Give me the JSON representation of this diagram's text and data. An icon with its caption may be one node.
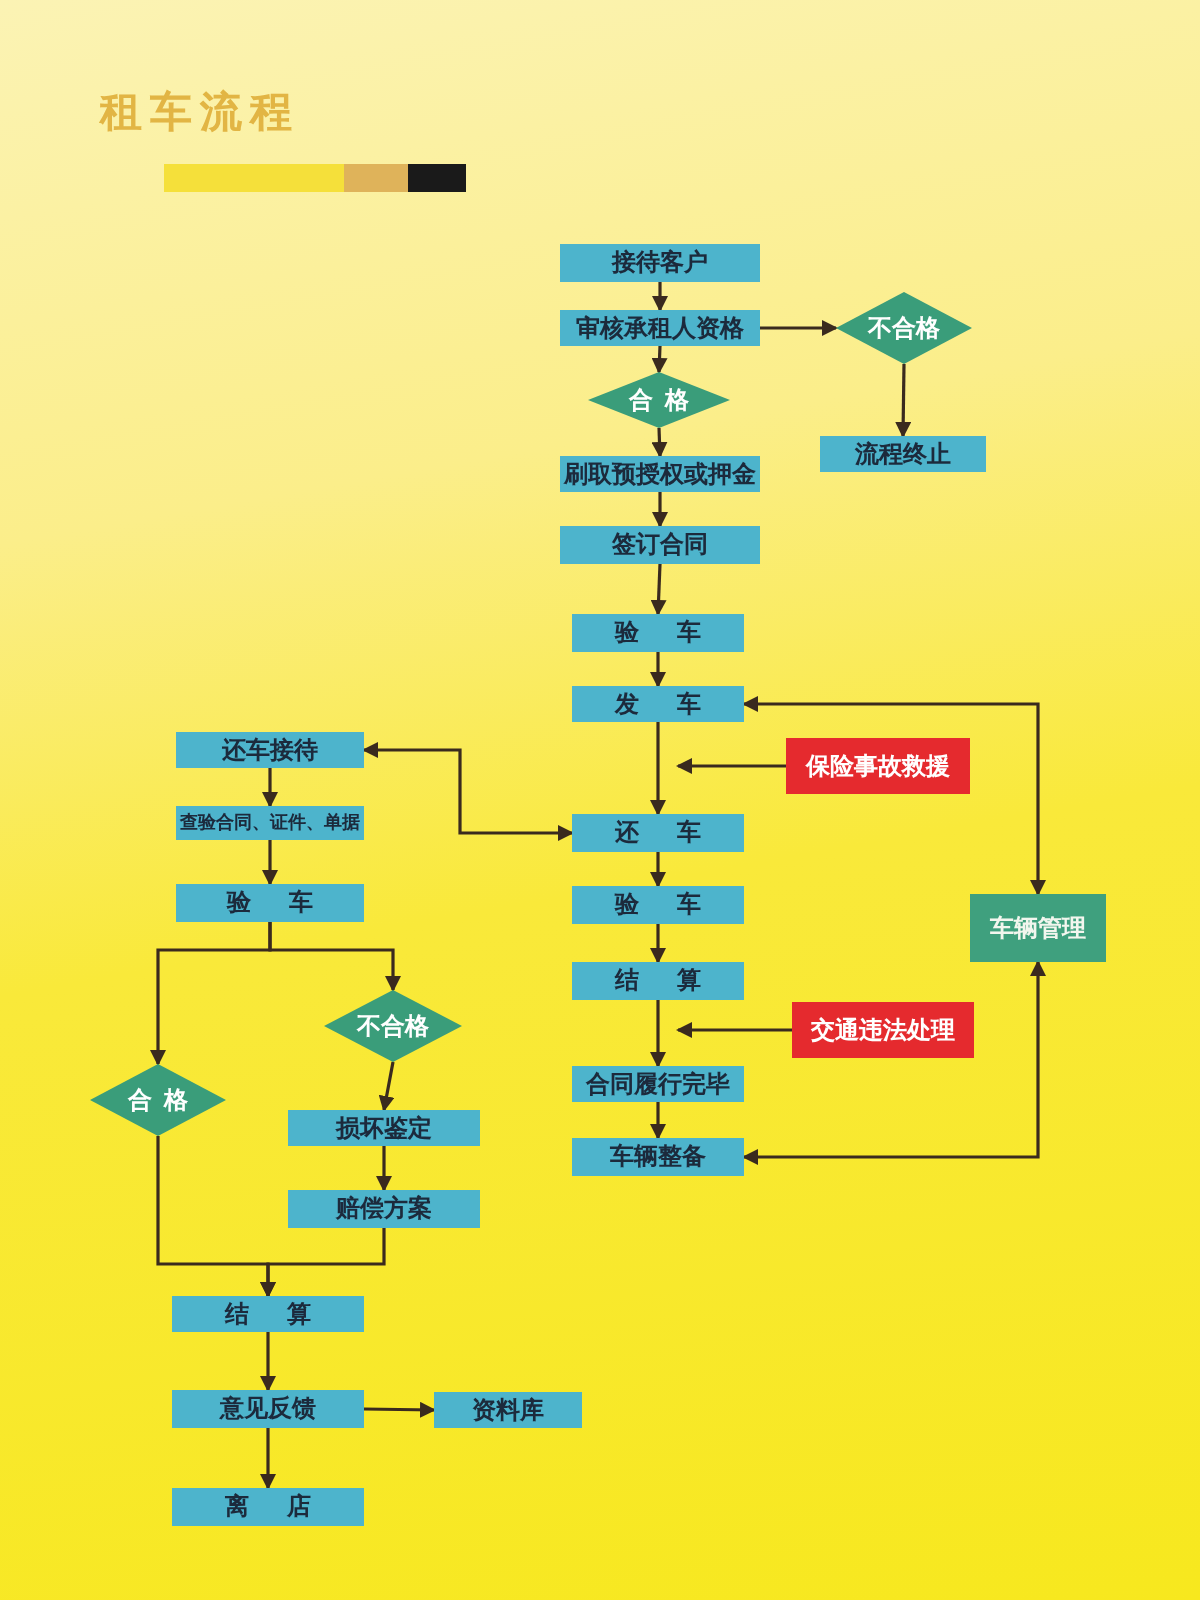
{
  "diagram": {
    "title": "租车流程",
    "nodes": [
      {
        "text": [
          "接待客户"
        ]
      },
      {
        "text": [
          "审核承租人资格"
        ]
      },
      {
        "text": [
          "合格"
        ]
      },
      {
        "text": [
          "不合格"
        ]
      },
      {
        "text": [
          "流程终止"
        ]
      },
      {
        "text": [
          "刷取预授权或押金"
        ]
      },
      {
        "text": [
          "签订合同"
        ]
      },
      {
        "text": [
          "验车"
        ]
      },
      {
        "text": [
          "发车"
        ]
      },
      {
        "text": [
          "保险事故救援"
        ]
      },
      {
        "text": [
          "还车接待"
        ]
      },
      {
        "text": [
          "查验合同、证件、单据"
        ]
      },
      {
        "text": [
          "验车"
        ]
      },
      {
        "text": [
          "还车"
        ]
      },
      {
        "text": [
          "验车"
        ]
      },
      {
        "text": [
          "车辆管理"
        ]
      },
      {
        "text": [
          "结算"
        ]
      },
      {
        "text": [
          "交通违法处理"
        ]
      },
      {
        "text": [
          "不合格"
        ]
      },
      {
        "text": [
          "合格"
        ]
      },
      {
        "text": [
          "合同履行完毕"
        ]
      },
      {
        "text": [
          "损坏鉴定"
        ]
      },
      {
        "text": [
          "车辆整备"
        ]
      },
      {
        "text": [
          "赔偿方案"
        ]
      },
      {
        "text": [
          "结算"
        ]
      },
      {
        "text": [
          "意见反馈"
        ]
      },
      {
        "text": [
          "资料库"
        ]
      },
      {
        "text": [
          "离店"
        ]
      }
    ],
    "edges": [
      {
        "from": 0,
        "to": 1,
        "arrow": "to"
      },
      {
        "from": 1,
        "to": 3,
        "arrow": "to"
      },
      {
        "from": 1,
        "to": 2,
        "arrow": "to"
      },
      {
        "from": 3,
        "to": 4,
        "arrow": "to"
      },
      {
        "from": 2,
        "to": 5,
        "arrow": "to"
      },
      {
        "from": 5,
        "to": 6,
        "arrow": "to"
      },
      {
        "from": 6,
        "to": 7,
        "arrow": "to"
      },
      {
        "from": 7,
        "to": 8,
        "arrow": "to"
      },
      {
        "from": 8,
        "to": 13,
        "arrow": "to"
      },
      {
        "from": 9,
        "to": 8,
        "arrow": "to"
      },
      {
        "from": 13,
        "to": 10,
        "arrow": "both"
      },
      {
        "from": 8,
        "to": 15,
        "arrow": "both"
      },
      {
        "from": 13,
        "to": 14,
        "arrow": "to"
      },
      {
        "from": 14,
        "to": 16,
        "arrow": "to"
      },
      {
        "from": 16,
        "to": 20,
        "arrow": "to"
      },
      {
        "from": 17,
        "to": 16,
        "arrow": "to"
      },
      {
        "from": 20,
        "to": 22,
        "arrow": "to"
      },
      {
        "from": 22,
        "to": 15,
        "arrow": "both"
      },
      {
        "from": 10,
        "to": 11,
        "arrow": "to"
      },
      {
        "from": 11,
        "to": 12,
        "arrow": "to"
      },
      {
        "from": 12,
        "to": 19,
        "arrow": "to"
      },
      {
        "from": 12,
        "to": 18,
        "arrow": "to"
      },
      {
        "from": 18,
        "to": 21,
        "arrow": "to"
      },
      {
        "from": 21,
        "to": 23,
        "arrow": "to"
      },
      {
        "from": 19,
        "to": 24,
        "arrow": "to"
      },
      {
        "from": 23,
        "to": 24,
        "arrow": "to"
      },
      {
        "from": 24,
        "to": 25,
        "arrow": "to"
      },
      {
        "from": 25,
        "to": 26,
        "arrow": "to"
      },
      {
        "from": 25,
        "to": 27,
        "arrow": "to"
      }
    ]
  }
}
